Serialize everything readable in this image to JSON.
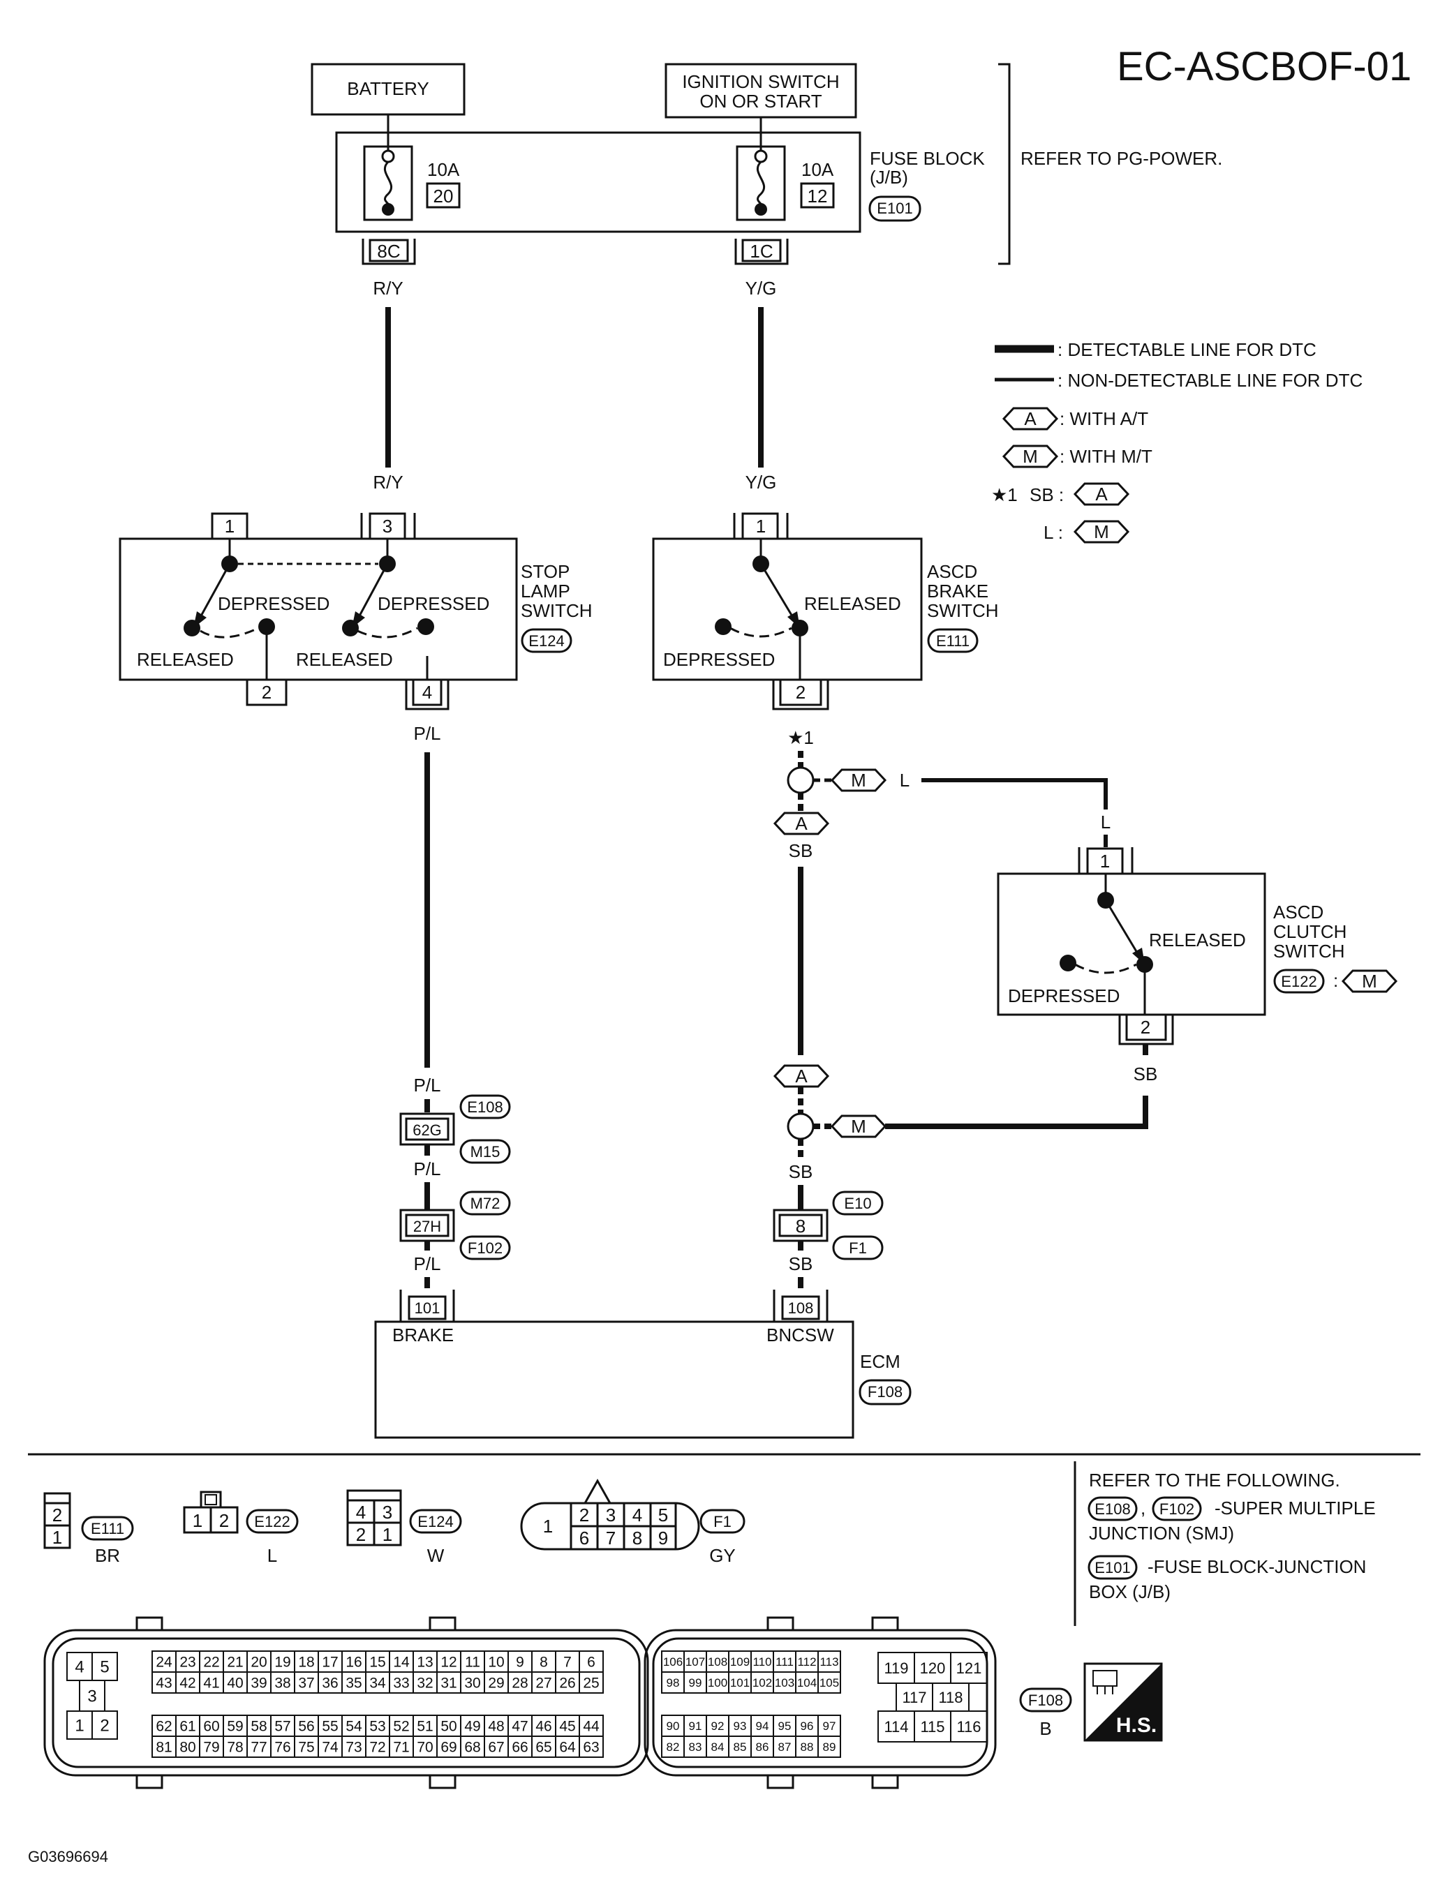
{
  "title": "EC-ASCBOF-01",
  "figure_id": "G03696694",
  "power": {
    "battery": "BATTERY",
    "ignition_line1": "IGNITION SWITCH",
    "ignition_line2": "ON OR START",
    "fuse_left_rating": "10A",
    "fuse_left_no": "20",
    "fuse_right_rating": "10A",
    "fuse_right_no": "12",
    "fuse_block_line1": "FUSE BLOCK",
    "fuse_block_line2": "(J/B)",
    "fuse_block_conn": "E101",
    "refer": "REFER TO PG-POWER.",
    "term_left": "8C",
    "term_right": "1C"
  },
  "legend": {
    "detectable": ": DETECTABLE LINE FOR DTC",
    "nondetectable": ": NON-DETECTABLE LINE FOR DTC",
    "a_code": "A",
    "a_desc": ": WITH A/T",
    "m_code": "M",
    "m_desc": ": WITH M/T",
    "star_note": "★1",
    "sb": "SB :",
    "l": "L :"
  },
  "wires": {
    "ry": "R/Y",
    "yg": "Y/G",
    "pl": "P/L",
    "sb": "SB",
    "l": "L",
    "star1": "★1"
  },
  "stop_lamp_switch": {
    "pins": [
      "1",
      "3",
      "2",
      "4"
    ],
    "depressed": "DEPRESSED",
    "released": "RELEASED",
    "name_lines": [
      "STOP",
      "LAMP",
      "SWITCH"
    ],
    "conn": "E124"
  },
  "ascd_brake_switch": {
    "pins": [
      "1",
      "2"
    ],
    "released": "RELEASED",
    "depressed": "DEPRESSED",
    "name_lines": [
      "ASCD",
      "BRAKE",
      "SWITCH"
    ],
    "conn": "E111"
  },
  "ascd_clutch_switch": {
    "pins": [
      "1",
      "2"
    ],
    "released": "RELEASED",
    "depressed": "DEPRESSED",
    "name_lines": [
      "ASCD",
      "CLUTCH",
      "SWITCH"
    ],
    "conn": "E122",
    "variant": "M"
  },
  "joints": {
    "left_pin1": "62G",
    "left_pin2": "27H",
    "left_conns": [
      "E108",
      "M15",
      "M72",
      "F102"
    ],
    "right_pin": "8",
    "right_conns": [
      "E10",
      "F1"
    ]
  },
  "ecm": {
    "name": "ECM",
    "conn": "F108",
    "pin_brake": "101",
    "pin_bncsw": "108",
    "label_brake": "BRAKE",
    "label_bncsw": "BNCSW"
  },
  "connectors": {
    "e111": {
      "id": "E111",
      "color": "BR",
      "cells": [
        "2",
        "1"
      ]
    },
    "e122": {
      "id": "E122",
      "color": "L",
      "cells": [
        "1",
        "2"
      ]
    },
    "e124": {
      "id": "E124",
      "color": "W",
      "cells": [
        "4",
        "3",
        "2",
        "1"
      ]
    },
    "f1": {
      "id": "F1",
      "color": "GY",
      "cells": [
        "1",
        "2",
        "3",
        "4",
        "5",
        "6",
        "7",
        "8",
        "9"
      ]
    },
    "f108": {
      "id": "F108",
      "color": "B"
    }
  },
  "refer_note": {
    "line1": "REFER TO THE FOLLOWING.",
    "e108": "E108",
    "sep": ",",
    "f102": "F102",
    "smj1": "-SUPER MULTIPLE",
    "smj2": "JUNCTION (SMJ)",
    "e101": "E101",
    "fb1": "-FUSE BLOCK-JUNCTION",
    "fb2": "BOX (J/B)"
  },
  "hs_badge": "H.S.",
  "ecm_pins": {
    "left_block": [
      "4",
      "5",
      "3",
      "1",
      "2"
    ],
    "row1": [
      "24",
      "23",
      "22",
      "21",
      "20",
      "19",
      "18",
      "17",
      "16",
      "15",
      "14",
      "13",
      "12",
      "11",
      "10",
      "9",
      "8",
      "7",
      "6"
    ],
    "row2": [
      "43",
      "42",
      "41",
      "40",
      "39",
      "38",
      "37",
      "36",
      "35",
      "34",
      "33",
      "32",
      "31",
      "30",
      "29",
      "28",
      "27",
      "26",
      "25"
    ],
    "row3": [
      "62",
      "61",
      "60",
      "59",
      "58",
      "57",
      "56",
      "55",
      "54",
      "53",
      "52",
      "51",
      "50",
      "49",
      "48",
      "47",
      "46",
      "45",
      "44"
    ],
    "row4": [
      "81",
      "80",
      "79",
      "78",
      "77",
      "76",
      "75",
      "74",
      "73",
      "72",
      "71",
      "70",
      "69",
      "68",
      "67",
      "66",
      "65",
      "64",
      "63"
    ],
    "row1b": [
      "106",
      "107",
      "108",
      "109",
      "110",
      "111",
      "112",
      "113"
    ],
    "row2b": [
      "98",
      "99",
      "100",
      "101",
      "102",
      "103",
      "104",
      "105"
    ],
    "row3b": [
      "90",
      "91",
      "92",
      "93",
      "94",
      "95",
      "96",
      "97"
    ],
    "row4b": [
      "82",
      "83",
      "84",
      "85",
      "86",
      "87",
      "88",
      "89"
    ],
    "right_block": [
      "119",
      "120",
      "121",
      "117",
      "118",
      "114",
      "115",
      "116"
    ]
  }
}
